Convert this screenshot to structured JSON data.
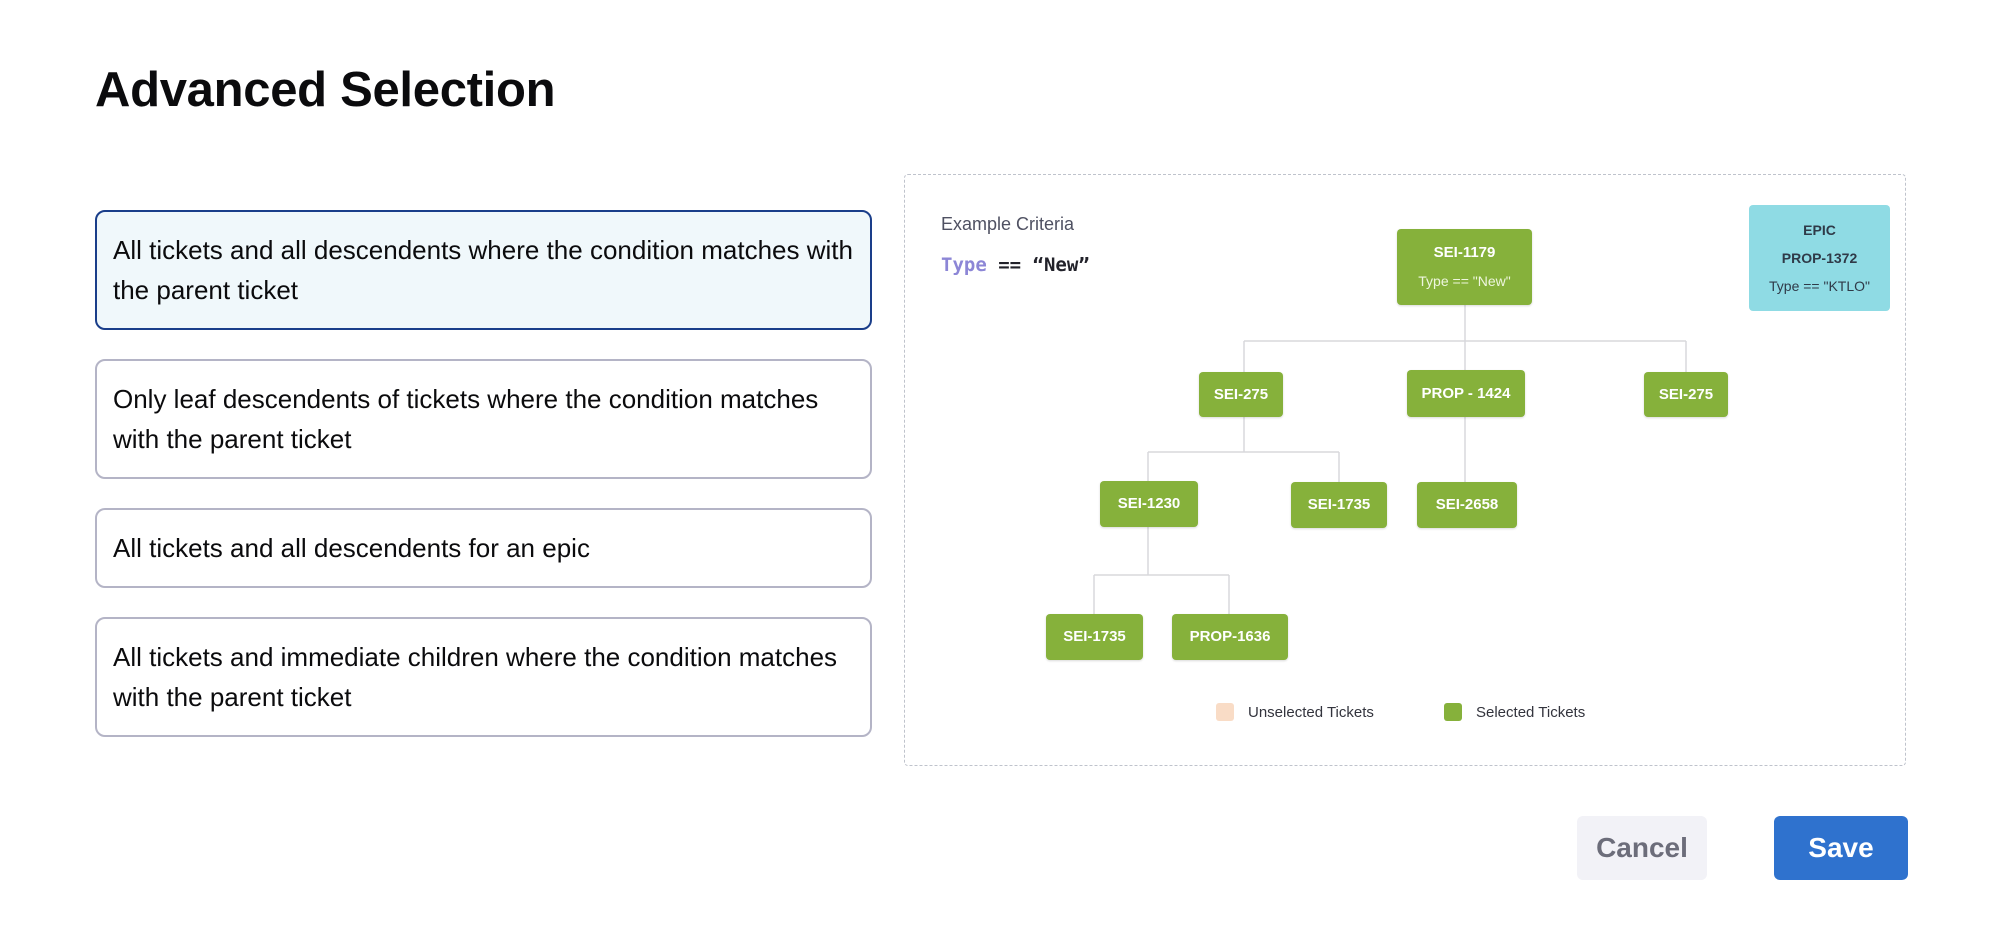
{
  "dialog": {
    "title": "Advanced Selection"
  },
  "options": [
    {
      "label": "All tickets and all descendents where the condition matches with the parent ticket",
      "selected": true
    },
    {
      "label": "Only leaf descendents of tickets where the condition matches with the parent ticket",
      "selected": false
    },
    {
      "label": "All tickets and all descendents for an epic",
      "selected": false
    },
    {
      "label": "All tickets and immediate children where the condition matches with the parent ticket",
      "selected": false
    }
  ],
  "preview": {
    "criteria_label": "Example Criteria",
    "criteria_keyword": "Type",
    "criteria_rest": " == “New”",
    "root": {
      "id": "SEI-1179",
      "condition": "Type == \"New\""
    },
    "epic": {
      "tag": "EPIC",
      "id": "PROP-1372",
      "condition": "Type == \"KTLO\""
    },
    "nodes": {
      "n1": "SEI-275",
      "n2": "PROP - 1424",
      "n3": "SEI-275",
      "n4": "SEI-1230",
      "n5": "SEI-1735",
      "n6": "SEI-2658",
      "n7": "SEI-1735",
      "n8": "PROP-1636"
    },
    "legend": {
      "unselected": "Unselected Tickets",
      "selected": "Selected Tickets"
    },
    "colors": {
      "selected": "#86b13b",
      "unselected": "#f9dcc6",
      "epic": "#8fdbe4"
    }
  },
  "actions": {
    "cancel": "Cancel",
    "save": "Save"
  }
}
